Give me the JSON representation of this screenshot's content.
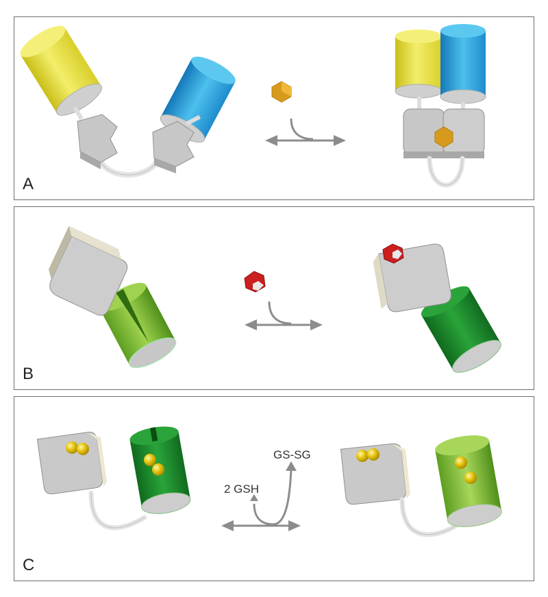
{
  "panels": [
    {
      "letter": "A"
    },
    {
      "letter": "B"
    },
    {
      "letter": "C",
      "labels": {
        "reactant": "2 GSH",
        "product": "GS-SG"
      }
    }
  ],
  "colors": {
    "yellow": "#e7df3c",
    "blue": "#2aa4dc",
    "gray": "#c9c9c9",
    "orange_ligand": "#d89a1c",
    "red_ligand": "#cc1f1f",
    "green_dark": "#1f8a2e",
    "green_light": "#7cbd35",
    "gold_sphere": "#e4c20b",
    "arrow": "#8c8c8c"
  }
}
